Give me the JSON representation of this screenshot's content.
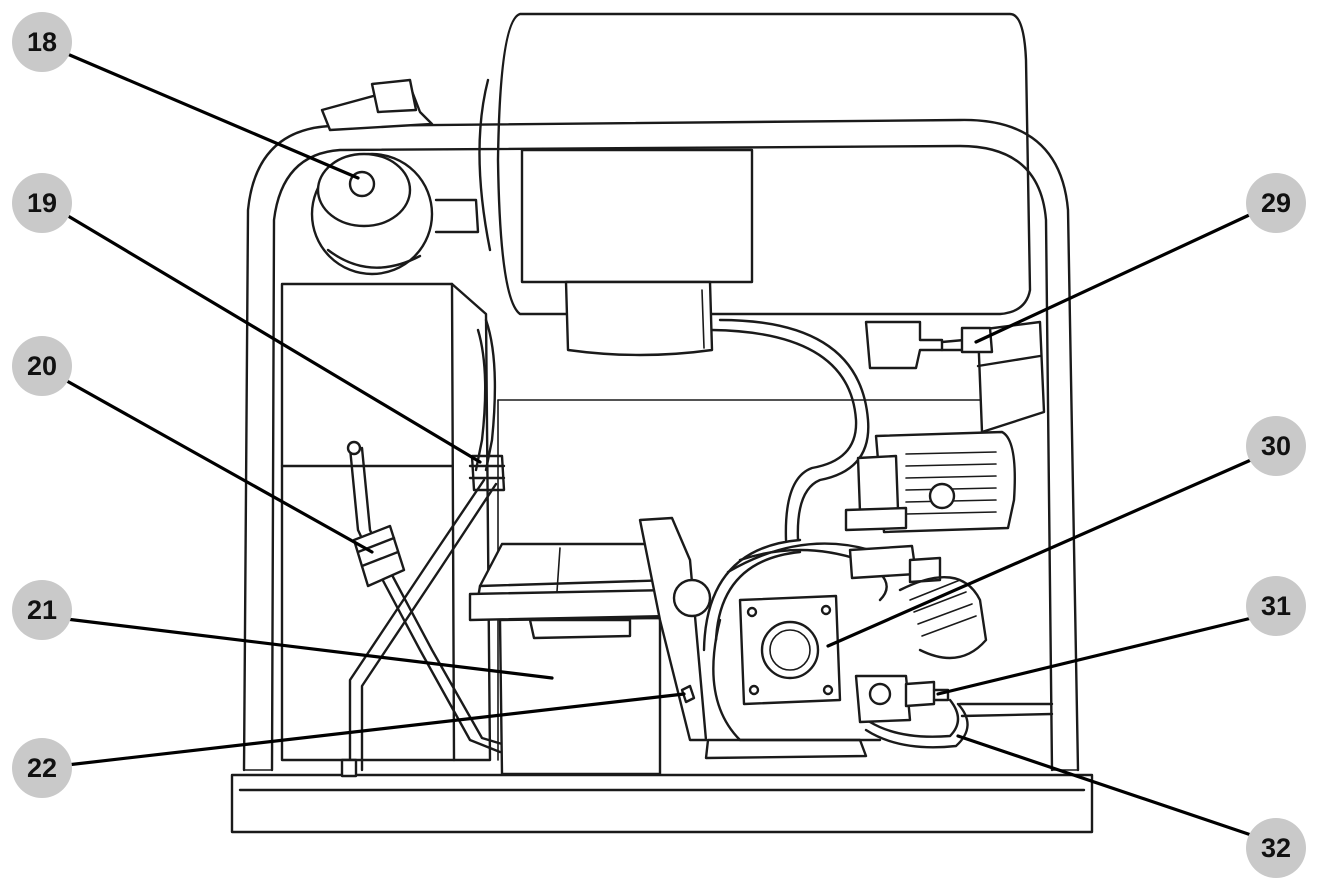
{
  "callouts": [
    {
      "id": "c18",
      "label": "18",
      "part": "fuel-cap"
    },
    {
      "id": "c19",
      "label": "19",
      "part": "fuel-line-connector"
    },
    {
      "id": "c20",
      "label": "20",
      "part": "fuel-filter"
    },
    {
      "id": "c21",
      "label": "21",
      "part": "battery"
    },
    {
      "id": "c22",
      "label": "22",
      "part": "battery-terminal"
    },
    {
      "id": "c29",
      "label": "29",
      "part": "hose-fitting"
    },
    {
      "id": "c30",
      "label": "30",
      "part": "pump-head"
    },
    {
      "id": "c31",
      "label": "31",
      "part": "outlet-fitting"
    },
    {
      "id": "c32",
      "label": "32",
      "part": "bypass-hose"
    }
  ],
  "colors": {
    "line": "#1a1a1a",
    "badge": "#c9c9c9",
    "badge_text": "#111111",
    "background": "#ffffff"
  }
}
